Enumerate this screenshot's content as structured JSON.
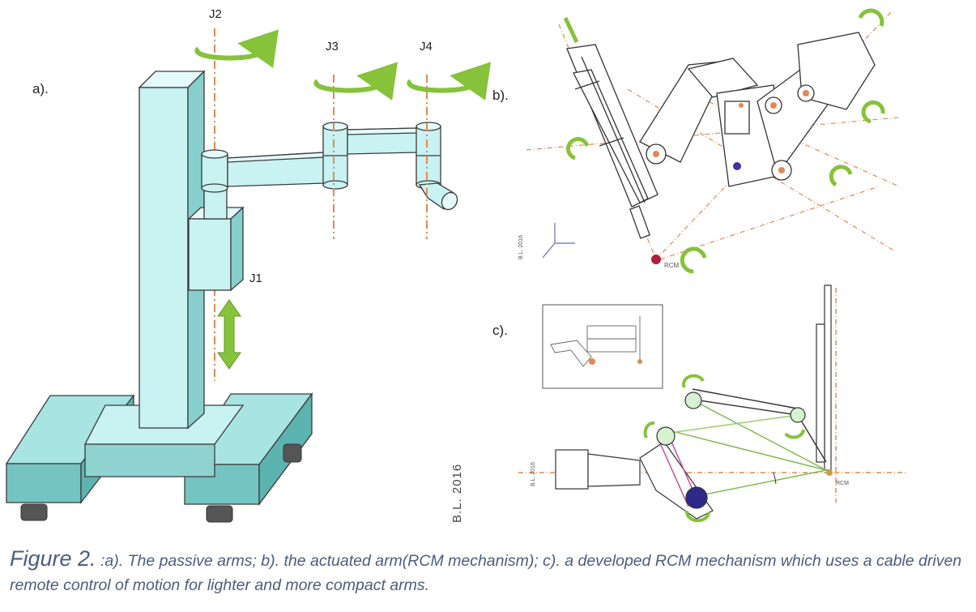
{
  "panels": {
    "a": {
      "label": "a).",
      "joints": [
        "J2",
        "J3",
        "J4",
        "J1"
      ]
    },
    "b": {
      "label": "b).",
      "credit": "B.L. 2016",
      "point_label": "RCM"
    },
    "c": {
      "label": "c).",
      "credit": "B.L. 2016",
      "point_label": "RCM"
    }
  },
  "caption": {
    "lead": "Figure 2.",
    "text": " :a). The passive arms; b). the actuated arm(RCM mechanism); c). a developed RCM mechanism which uses a cable driven remote control of motion for lighter and more compact arms."
  },
  "colors": {
    "cyan_fill": "#c9f2f2",
    "cyan_dark": "#74c4c2",
    "cyan_mid": "#a8e4e2",
    "orange_axis": "#e08a52",
    "green_arrow": "#86c23a",
    "outline": "#3a3a3a",
    "caption": "#4a5d7e",
    "rcm_red": "#b0203a",
    "pulley_blue": "#2e2a8a"
  }
}
